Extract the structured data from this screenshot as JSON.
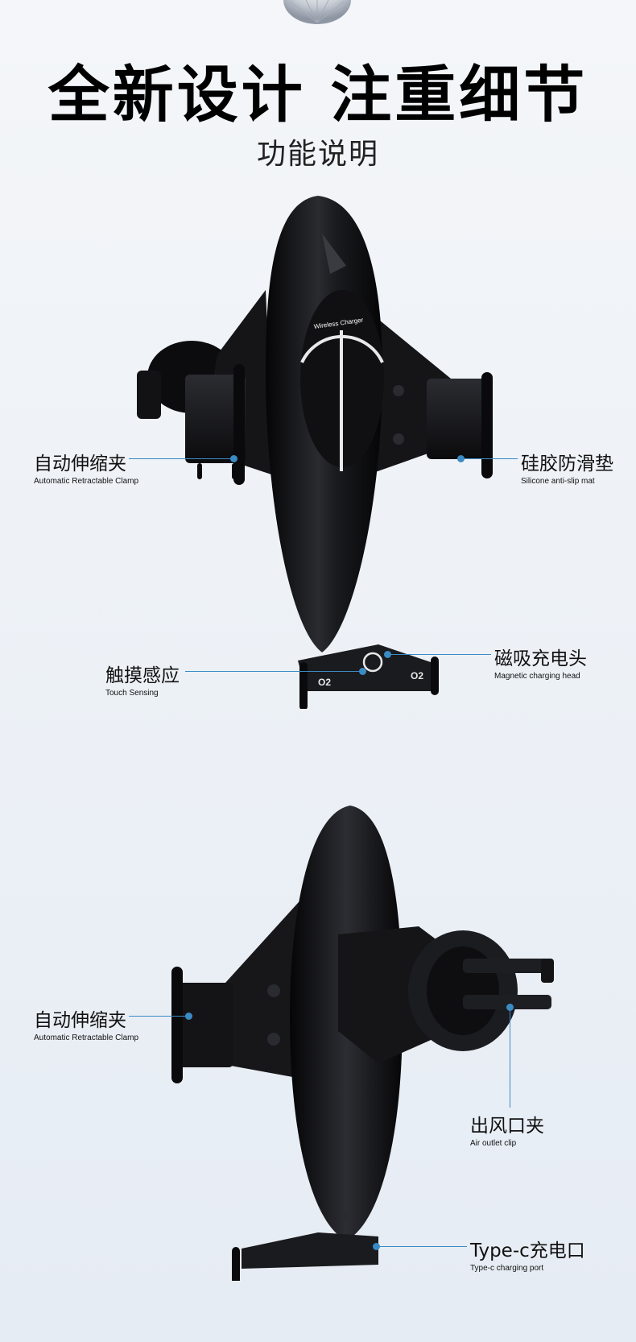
{
  "header": {
    "title": "全新设计 注重细节",
    "subtitle": "功能说明"
  },
  "product_top": {
    "charger_label": "Wireless Charger",
    "base_label_left": "O2",
    "base_label_right": "O2",
    "callouts": {
      "left_clamp": {
        "cn": "自动伸缩夹",
        "en": "Automatic Retractable Clamp"
      },
      "silicone_mat": {
        "cn": "硅胶防滑垫",
        "en": "Silicone anti-slip mat"
      },
      "touch": {
        "cn": "触摸感应",
        "en": "Touch Sensing"
      },
      "magnetic_head": {
        "cn": "磁吸充电头",
        "en": "Magnetic charging head"
      }
    }
  },
  "product_bottom": {
    "callouts": {
      "left_clamp": {
        "cn": "自动伸缩夹",
        "en": "Automatic Retractable Clamp"
      },
      "air_clip": {
        "cn": "出风口夹",
        "en": "Air outlet clip"
      },
      "typec": {
        "cn": "Type-c充电口",
        "en": "Type-c charging port"
      }
    }
  },
  "colors": {
    "accent": "#3a8bc4",
    "product": "#141416"
  }
}
